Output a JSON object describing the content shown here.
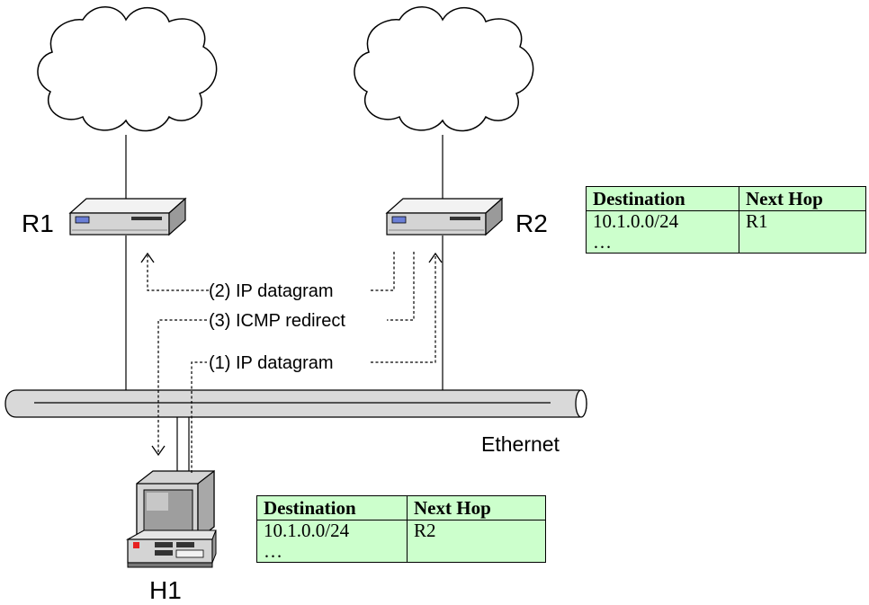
{
  "nodes": {
    "r1": "R1",
    "r2": "R2",
    "h1": "H1",
    "ethernet": "Ethernet"
  },
  "messages": {
    "m1": "(1) IP datagram",
    "m2": "(2) IP datagram",
    "m3": "(3) ICMP redirect"
  },
  "r2_table": {
    "headers": [
      "Destination",
      "Next Hop"
    ],
    "destination": [
      "10.1.0.0/24",
      "…"
    ],
    "next_hop": "R1"
  },
  "h1_table": {
    "headers": [
      "Destination",
      "Next Hop"
    ],
    "destination": [
      "10.1.0.0/24",
      "…"
    ],
    "next_hop": "R2"
  },
  "colors": {
    "table_bg": "#ccffcc",
    "router_body": "#d4d4d4",
    "pipe": "#d9d9d9"
  }
}
